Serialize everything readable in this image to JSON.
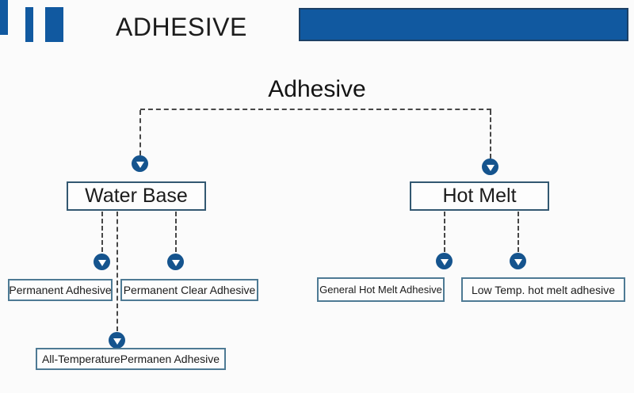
{
  "header": {
    "title": "ADHESIVE",
    "accent_color": "#1159a0"
  },
  "diagram": {
    "root_label": "Adhesive",
    "branches": [
      {
        "label": "Water Base",
        "children": [
          "Permanent Adhesive",
          "Permanent Clear Adhesive",
          "All-TemperaturePermanen Adhesive"
        ]
      },
      {
        "label": "Hot Melt",
        "children": [
          "General Hot Melt Adhesive",
          "Low Temp. hot melt adhesive"
        ]
      }
    ],
    "icons": {
      "connector_arrow": "down-triangle-in-circle"
    },
    "colors": {
      "accent_blue": "#1159a0",
      "arrow_circle_blue": "#15548e",
      "main_box_border": "#335871",
      "leaf_box_border": "#4e7a94",
      "connector_dash": "#474747",
      "text": "#1b1b1b"
    }
  }
}
